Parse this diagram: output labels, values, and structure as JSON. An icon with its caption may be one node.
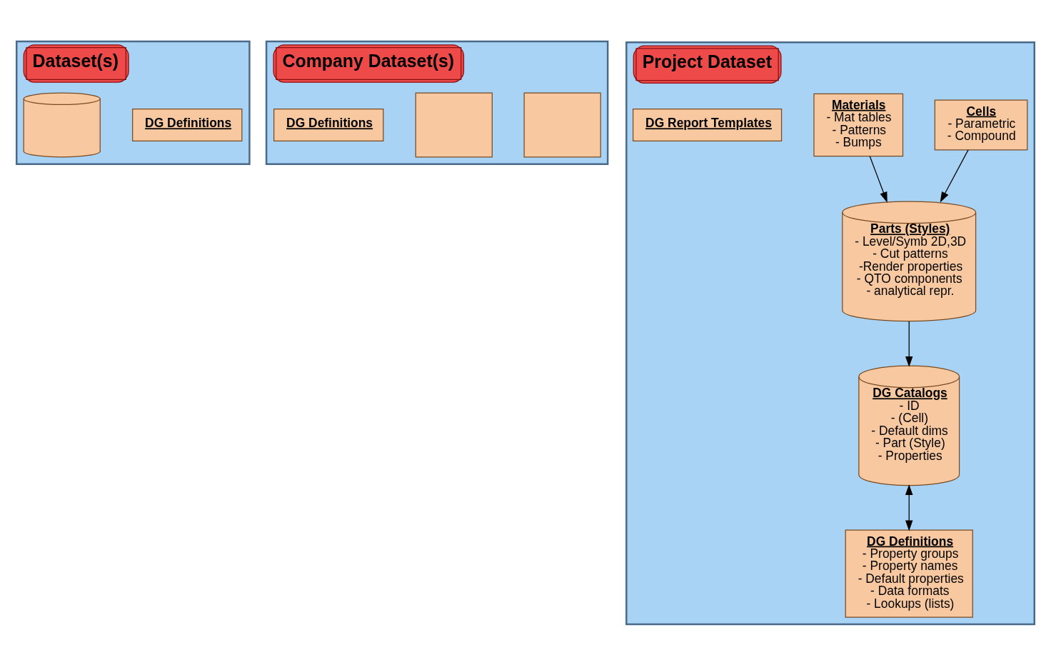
{
  "diagram": {
    "nodes": [
      {
        "text": [
          "Dataset(s)"
        ]
      },
      {
        "text": [
          "DG Definitions"
        ],
        "in": 0
      },
      {
        "text": [],
        "shape": "cylinder",
        "in": 0
      },
      {
        "text": [
          "Company Dataset(s)"
        ]
      },
      {
        "text": [],
        "shape": "box",
        "in": 3
      },
      {
        "text": [],
        "shape": "box",
        "in": 3
      },
      {
        "text": [
          "DG Definitions"
        ],
        "in": 3
      },
      {
        "text": [
          "Project Dataset"
        ]
      },
      {
        "text": [
          "Cells",
          "- Parametric",
          "- Compound"
        ],
        "in": 7
      },
      {
        "text": [
          "Materials",
          "- Mat tables",
          "- Patterns",
          "- Bumps"
        ],
        "in": 7
      },
      {
        "text": [
          "Parts (Styles)",
          "- Level/Symb 2D,3D",
          "- Cut patterns",
          "-Render properties",
          "- QTO components",
          "- analytical repr."
        ],
        "in": 7
      },
      {
        "text": [
          "DG Catalogs",
          "- ID",
          "- (Cell)",
          "- Default dims",
          "- Part (Style)",
          "- Properties"
        ],
        "in": 7
      },
      {
        "text": [
          "DG Definitions",
          "- Property groups",
          "- Property names",
          "- Default properties",
          "- Data formats",
          "- Lookups (lists)"
        ],
        "in": 7
      },
      {
        "text": [
          "DG Report Templates"
        ],
        "in": 7
      }
    ],
    "edges": [
      {
        "from": 8,
        "to": 10,
        "arrow": "to"
      },
      {
        "from": 9,
        "to": 10,
        "arrow": "to"
      },
      {
        "from": 10,
        "to": 11,
        "arrow": "to"
      },
      {
        "from": 11,
        "to": 12,
        "arrow": "both"
      }
    ]
  }
}
